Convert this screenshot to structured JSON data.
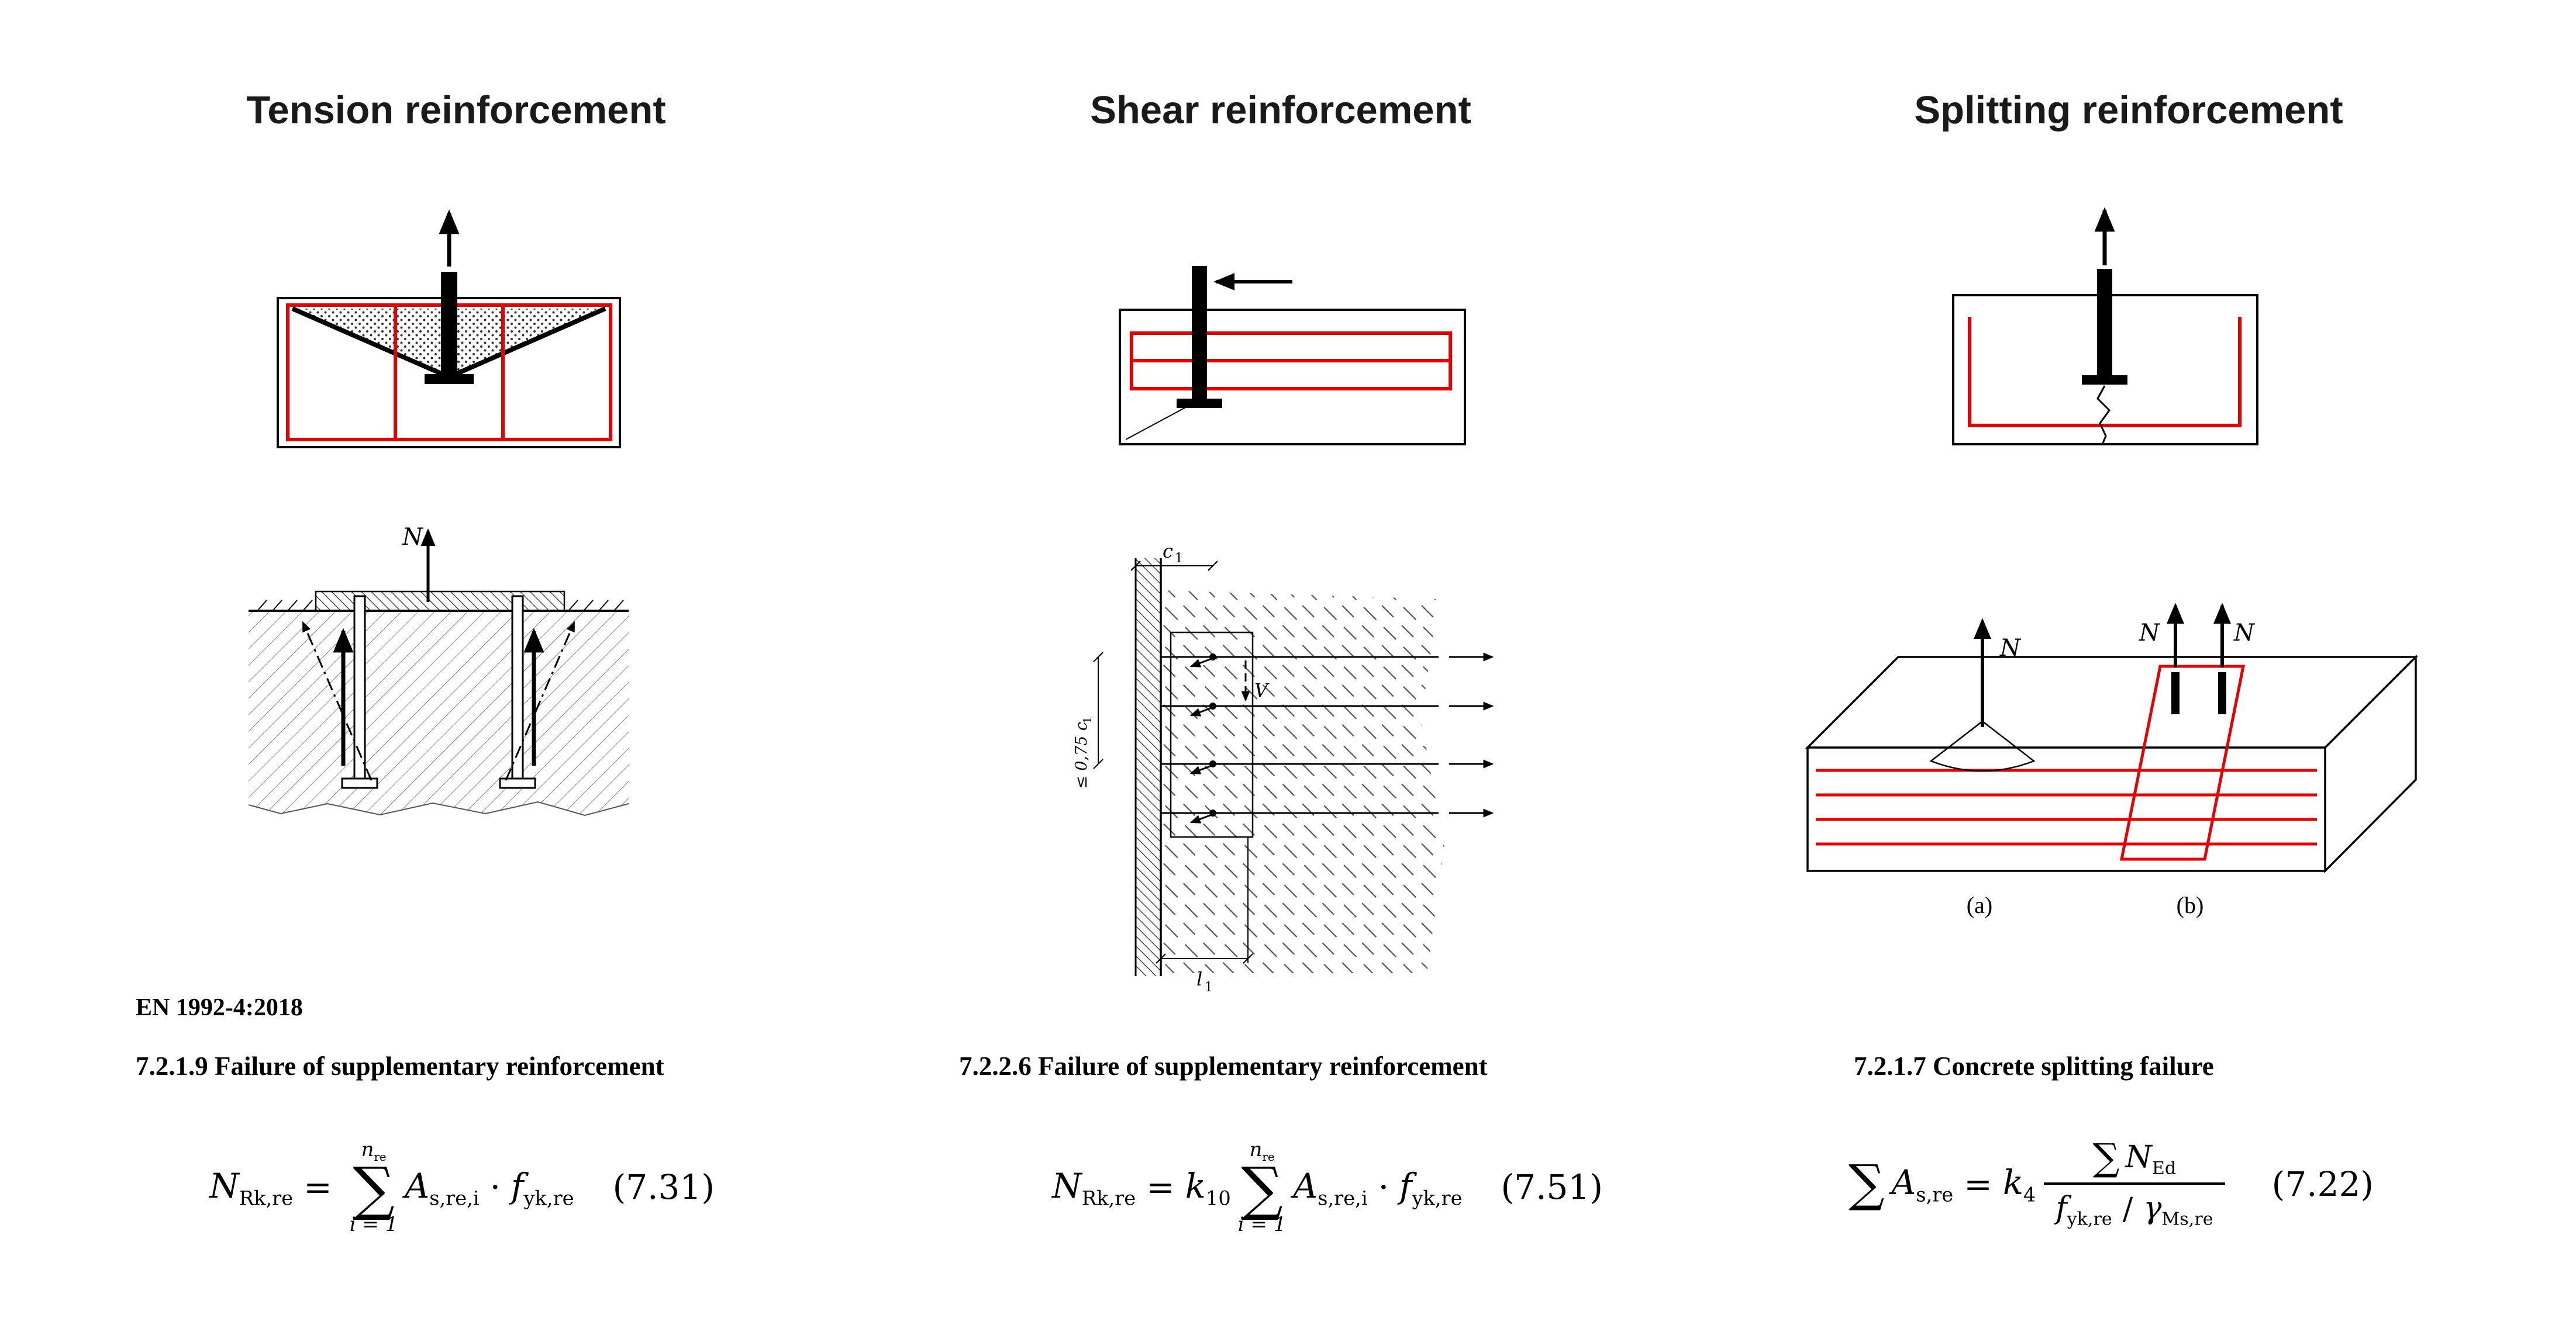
{
  "colors": {
    "red": "#e60000",
    "ink": "#000000",
    "background": "#ffffff"
  },
  "standard_label": "EN 1992-4:2018",
  "columns": {
    "tension": {
      "title": "Tension reinforcement",
      "section_heading": "7.2.1.9 Failure of supplementary reinforcement",
      "diagram": {
        "force_label": "N"
      },
      "formula": {
        "lhs": "N",
        "lhs_sub": "Rk,re",
        "equals": "=",
        "sum_upper": "n",
        "sum_upper_sub": "re",
        "sigma": "∑",
        "sum_lower": "i = 1",
        "area": "A",
        "area_sub": "s,re,i",
        "times": "·",
        "strength": "f",
        "strength_sub": "yk,re",
        "number": "(7.31)"
      }
    },
    "shear": {
      "title": "Shear reinforcement",
      "section_heading": "7.2.2.6 Failure of supplementary reinforcement",
      "diagram": {
        "edge_distance": "c",
        "edge_distance_sub": "1",
        "spacing_limit": "≤ 0,75 c",
        "spacing_limit_sub": "1",
        "anchorage_length": "l",
        "anchorage_length_sub": "1",
        "shear_force": "V"
      },
      "formula": {
        "lhs": "N",
        "lhs_sub": "Rk,re",
        "equals": "=",
        "factor": "k",
        "factor_sub": "10",
        "sum_upper": "n",
        "sum_upper_sub": "re",
        "sigma": "∑",
        "sum_lower": "i = 1",
        "area": "A",
        "area_sub": "s,re,i",
        "times": "·",
        "strength": "f",
        "strength_sub": "yk,re",
        "number": "(7.51)"
      }
    },
    "splitting": {
      "title": "Splitting reinforcement",
      "section_heading": "7.2.1.7 Concrete splitting failure",
      "diagram": {
        "force_label_a": "N",
        "force_label_b1": "N",
        "force_label_b2": "N",
        "case_a": "(a)",
        "case_b": "(b)"
      },
      "formula": {
        "sigma_lhs": "∑",
        "area": "A",
        "area_sub": "s,re",
        "equals": "=",
        "factor": "k",
        "factor_sub": "4",
        "num_sigma": "∑",
        "num_var": "N",
        "num_sub": "Ed",
        "den_strength": "f",
        "den_strength_sub": "yk,re",
        "den_slash": "/",
        "den_gamma": "γ",
        "den_gamma_sub": "Ms,re",
        "number": "(7.22)"
      }
    }
  }
}
